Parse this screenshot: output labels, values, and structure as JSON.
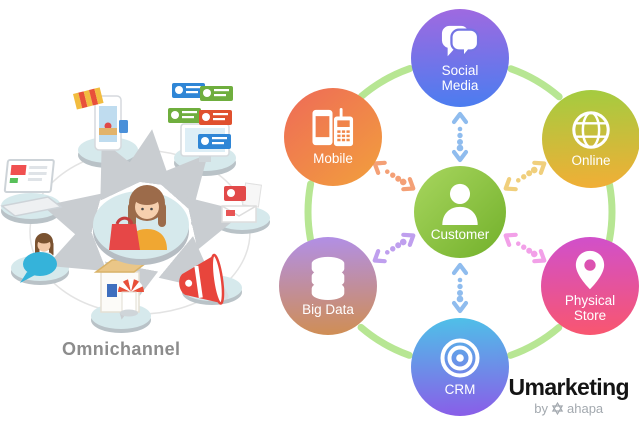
{
  "left": {
    "caption": "Omnichannel",
    "illustration_icons": [
      "laptop-icon",
      "mobile-store-icon",
      "reviews-monitor-icon",
      "email-icon",
      "megaphone-icon",
      "storefront-icon",
      "support-agent-icon",
      "shopper-icon"
    ]
  },
  "diagram": {
    "ring_color": "#b7e693",
    "center": {
      "label": "Customer",
      "icon": "person-icon",
      "color_top": "#a8d65f",
      "color_bottom": "#72b02a"
    },
    "nodes": [
      {
        "id": "social-media",
        "label": "Social\nMedia",
        "icon": "speech-bubbles-icon",
        "color_top": "#a069e0",
        "color_bottom": "#4a7df0",
        "arrow_color": "#8fbcee"
      },
      {
        "id": "online",
        "label": "Online",
        "icon": "globe-icon",
        "color_top": "#a3cc40",
        "color_bottom": "#f2ae36",
        "arrow_color": "#f0cf7c"
      },
      {
        "id": "physical-store",
        "label": "Physical\nStore",
        "icon": "location-pin-icon",
        "color_top": "#d050cc",
        "color_bottom": "#f9566e",
        "arrow_color": "#f2a0e8"
      },
      {
        "id": "crm",
        "label": "CRM",
        "icon": "target-icon",
        "color_top": "#4ec1e8",
        "color_bottom": "#8a5ce8",
        "arrow_color": "#8fbcee"
      },
      {
        "id": "big-data",
        "label": "Big Data",
        "icon": "database-icon",
        "color_top": "#b18fe8",
        "color_bottom": "#d08e52",
        "arrow_color": "#bf9fee"
      },
      {
        "id": "mobile",
        "label": "Mobile",
        "icon": "mobile-devices-icon",
        "color_top": "#ee6a58",
        "color_bottom": "#f2a03c",
        "arrow_color": "#f4a076"
      }
    ]
  },
  "logo": {
    "brand": "Umarketing",
    "byline_prefix": "by",
    "byline_name": "ahapa",
    "star_icon": "hexagram-star-icon"
  }
}
